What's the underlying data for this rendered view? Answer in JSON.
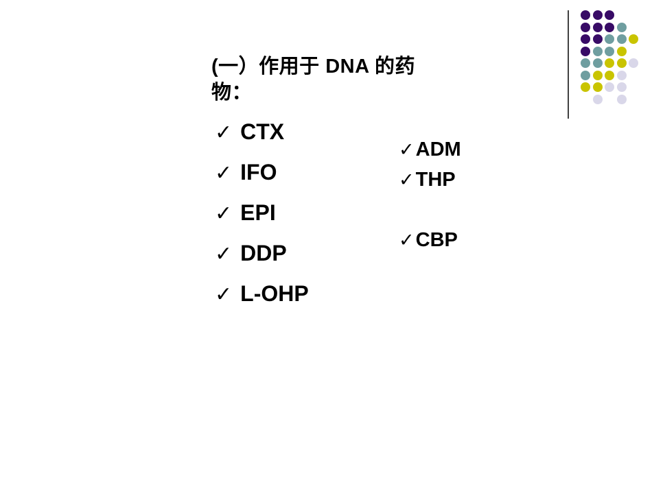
{
  "slide": {
    "background": "#ffffff",
    "text_color": "#000000",
    "title": {
      "line1": "(一）作用于 DNA 的药",
      "line2": "物："
    },
    "check_glyph": "✓",
    "left_list": {
      "items": [
        "CTX",
        "IFO",
        "EPI",
        "DDP",
        "L-OHP"
      ]
    },
    "right_list": {
      "items": [
        "ADM",
        "THP",
        "CBP"
      ]
    },
    "decor": {
      "line_color": "#404040",
      "dot_colors": {
        "P": "#380B66",
        "T": "#6F9EA0",
        "Y": "#C9C400",
        "L": "#D9D7E9"
      },
      "dot_rows": [
        "PPP..",
        "PPPT.",
        "PPTTY",
        "PTTY.",
        "TTYYL",
        "TYYL.",
        "YYLL.",
        ".L.L."
      ]
    }
  }
}
